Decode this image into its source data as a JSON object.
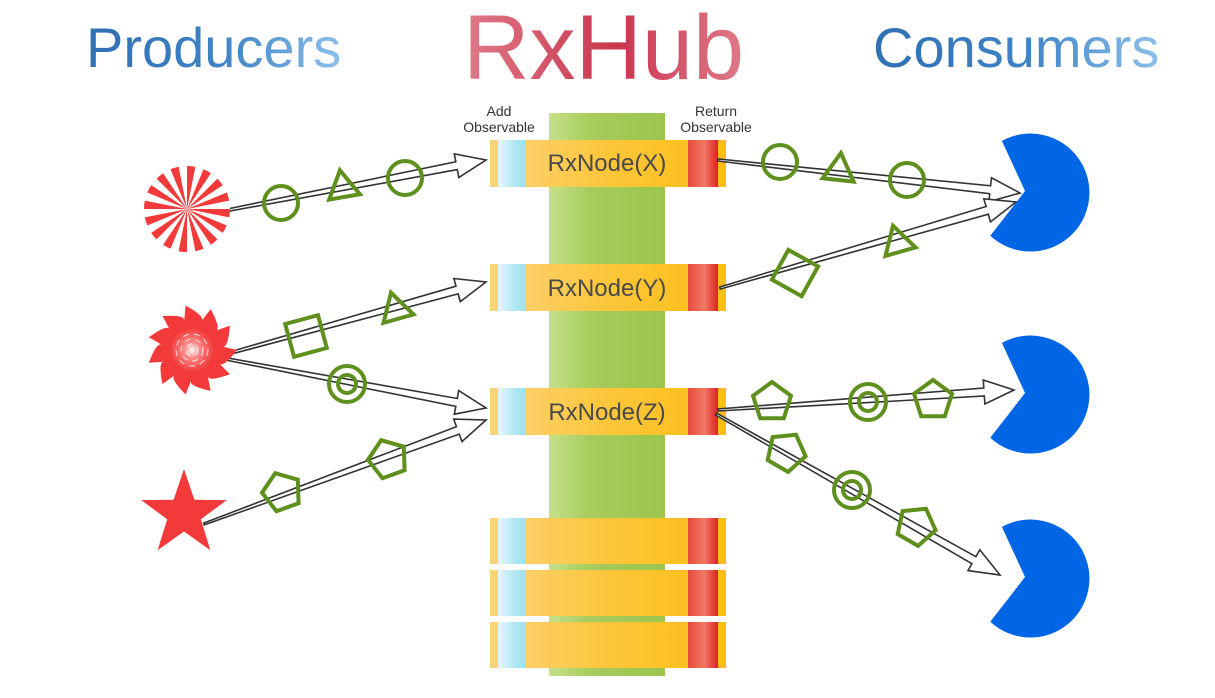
{
  "title": "RxHub",
  "producers_title": "Producers",
  "consumers_title": "Consumers",
  "add_port_label": "Add\nObservable",
  "return_port_label": "Return\nObservable",
  "nodes": [
    {
      "label": "RxNode(X)"
    },
    {
      "label": "RxNode(Y)"
    },
    {
      "label": "RxNode(Z)"
    }
  ],
  "empty_slots": 3,
  "colors": {
    "title_gradient": [
      "#e07a88",
      "#c9364f"
    ],
    "heading_gradient": [
      "#2f6fb3",
      "#8cc0ea"
    ],
    "hub_bar": "#a8cc5c",
    "node_body": "#fcc21c",
    "add_port": "#a9e4f2",
    "return_port": "#e53232",
    "producer": "#f23a3a",
    "consumer": "#0066e6",
    "emission": "#5f8f1c"
  },
  "icons": {
    "producer_1": "sunburst-icon",
    "producer_2": "spiral-star-icon",
    "producer_3": "star-icon",
    "consumer": "pacman-icon",
    "emissions": [
      "circle",
      "triangle",
      "diamond",
      "double-circle",
      "pentagon"
    ]
  }
}
